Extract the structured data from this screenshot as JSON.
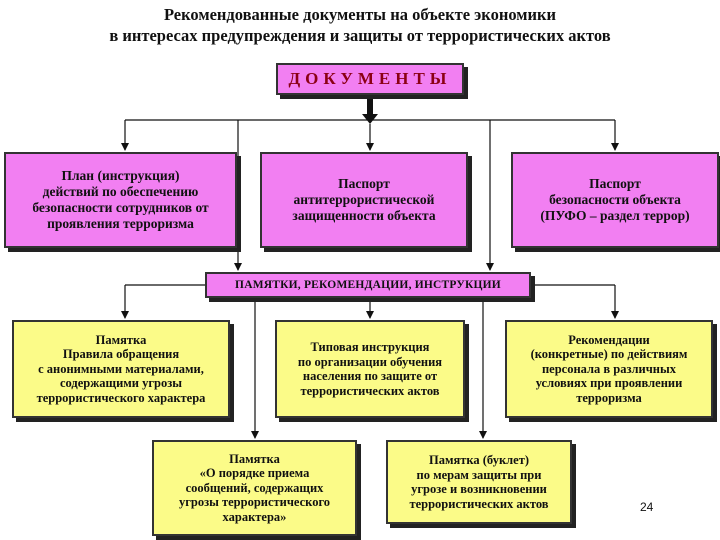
{
  "title": {
    "line1": "Рекомендованные документы на объекте экономики",
    "line2": "в интересах предупреждения и защиты от террористических актов"
  },
  "root": {
    "label": "ДОКУМЕНТЫ"
  },
  "top_boxes": [
    {
      "text": "План (инструкция)\nдействий по обеспечению\nбезопасности сотрудников от\nпроявления терроризма"
    },
    {
      "text": "Паспорт\nантитеррористической\nзащищенности объекта"
    },
    {
      "text": "Паспорт\nбезопасности объекта\n(ПУФО – раздел террор)"
    }
  ],
  "band": {
    "label": "ПАМЯТКИ, РЕКОМЕНДАЦИИ, ИНСТРУКЦИИ"
  },
  "middle_boxes": [
    {
      "text": "Памятка\nПравила обращения\nс анонимными материалами,\nсодержащими угрозы\nтеррористического характера"
    },
    {
      "text": "Типовая инструкция\nпо организации обучения\nнаселения по защите от\nтеррористических актов"
    },
    {
      "text": "Рекомендации\n(конкретные) по действиям\nперсонала в различных\nусловиях при проявлении\nтерроризма"
    }
  ],
  "bottom_boxes": [
    {
      "text": "Памятка\n«О порядке приема\nсообщений, содержащих\nугрозы террористического\nхарактера»"
    },
    {
      "text": "Памятка (буклет)\nпо мерам защиты при\nугрозе и возникновении\nтеррористических актов"
    }
  ],
  "page_number": "24",
  "colors": {
    "pink": "#f27ff2",
    "yellow": "#fbfb88",
    "root_text": "#8b0014"
  }
}
